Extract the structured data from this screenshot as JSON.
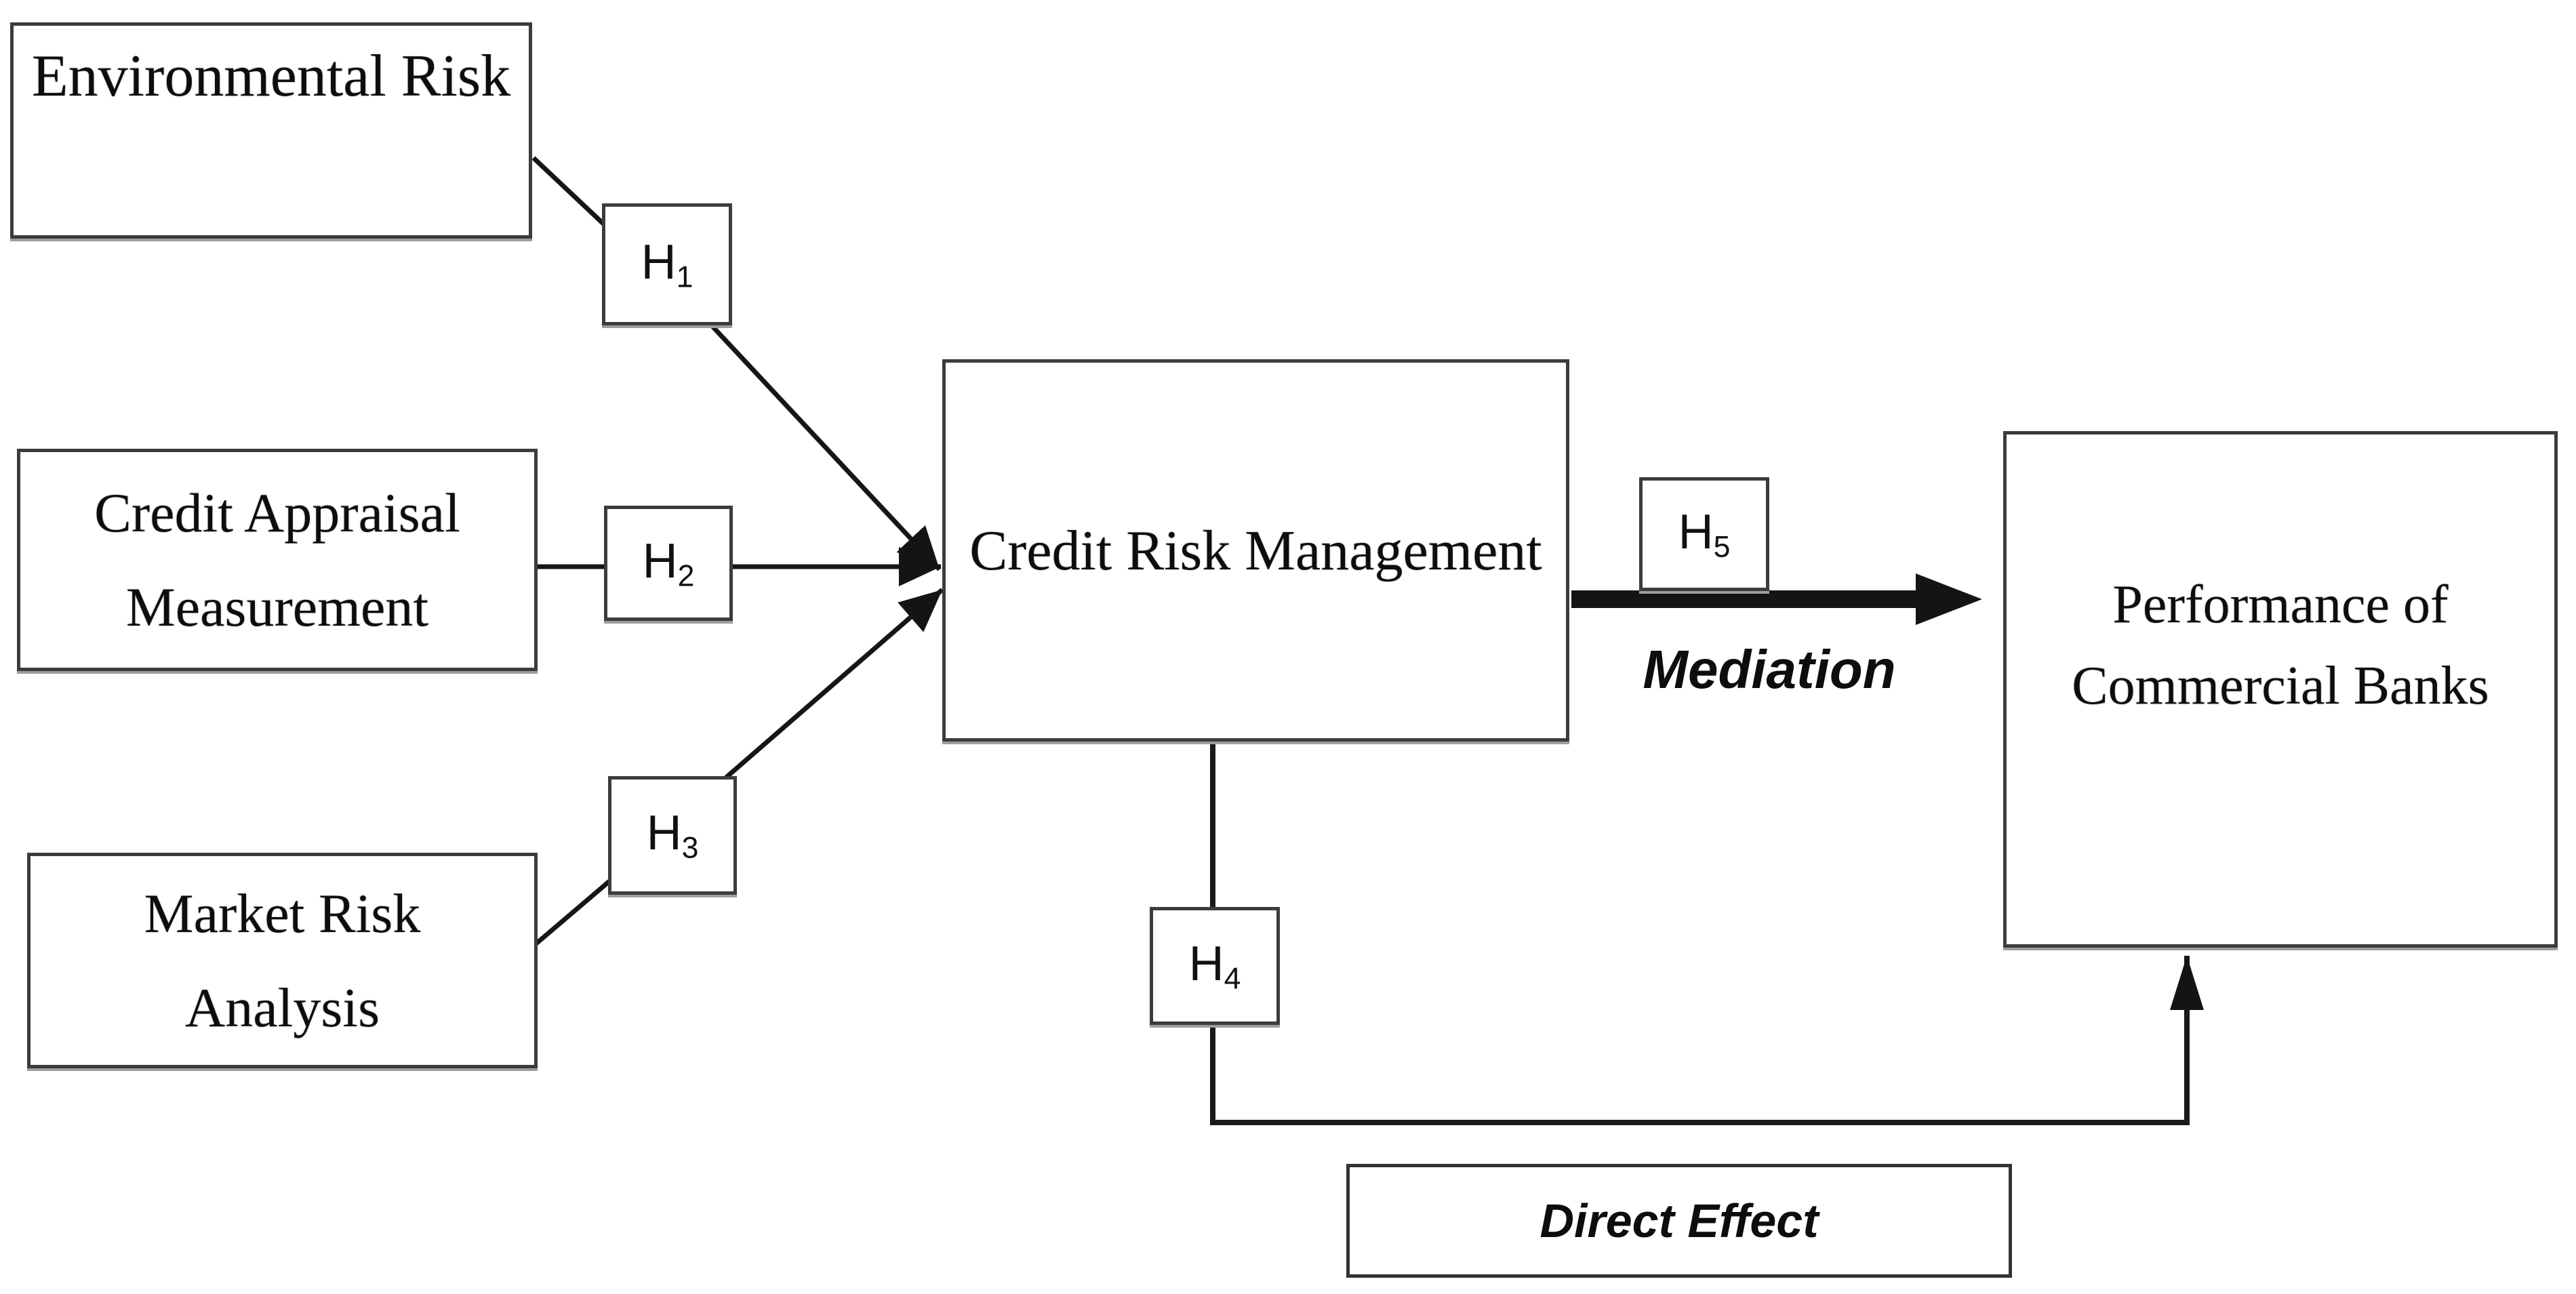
{
  "figure": {
    "colors": {
      "background": "#ffffff",
      "line": "#161616",
      "box_border": "#3c3c3c",
      "text": "#0d0d0d"
    }
  },
  "boxes": {
    "environmental_risk": {
      "label": "Environmental Risk"
    },
    "credit_appraisal": {
      "line1": "Credit Appraisal",
      "line2": "Measurement"
    },
    "market_risk": {
      "line1": "Market Risk",
      "line2": "Analysis"
    },
    "credit_risk_management": {
      "label": "Credit Risk Management"
    },
    "performance": {
      "line1": "Performance of",
      "line2": "Commercial Banks"
    },
    "direct_effect": {
      "label": "Direct Effect"
    }
  },
  "hypotheses": {
    "h1": {
      "base": "H",
      "sub": "1"
    },
    "h2": {
      "base": "H",
      "sub": "2"
    },
    "h3": {
      "base": "H",
      "sub": "3"
    },
    "h4": {
      "base": "H",
      "sub": "4"
    },
    "h5": {
      "base": "H",
      "sub": "5"
    }
  },
  "annotations": {
    "mediation": "Mediation"
  }
}
